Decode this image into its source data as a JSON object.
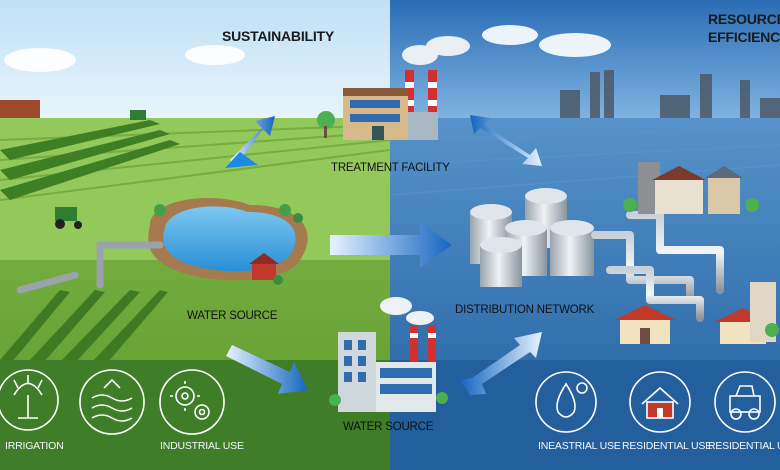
{
  "headings": {
    "left": "SUSTAINABILITY",
    "right_line1": "RESOURCE",
    "right_line2": "EFFICIENCY"
  },
  "nodes": {
    "treatment": "TREATMENT FACILITY",
    "water_source_pond": "WATER SOURCE",
    "distribution": "DISTRIBUTION NETWORK",
    "water_source_plant": "WATER SOURCE"
  },
  "uses": [
    {
      "label": "IRRIGATION",
      "icon": "sprinkler-icon"
    },
    {
      "label": "INDUSTRIAL USE",
      "icon": "gears-icon"
    },
    {
      "label": "INEASTRIAL USE",
      "icon": "water-drop-gear-icon"
    },
    {
      "label": "RESIDENTIAL USE",
      "icon": "house-icon"
    },
    {
      "label": "RESIDENTIAL USE",
      "icon": "tractor-icon"
    }
  ],
  "colors": {
    "sky_left": "#cfe8f7",
    "sky_right": "#2f79c2",
    "field": "#7cb342",
    "water_right": "#2e6fb0",
    "arrow": "#1e88e5"
  }
}
